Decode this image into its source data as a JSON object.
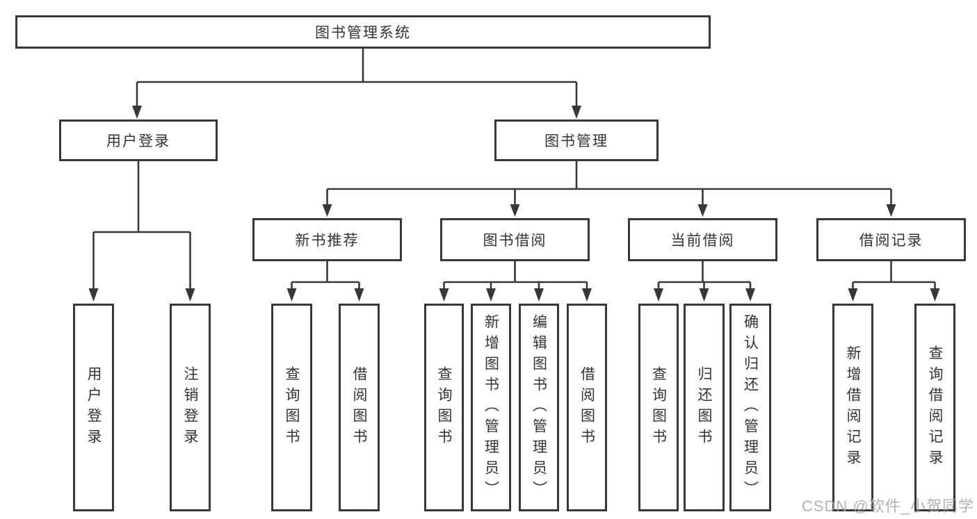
{
  "diagram_type": "hierarchy",
  "colors": {
    "line": "#373737",
    "box_border": "#373737",
    "text": "#333333",
    "background": "#ffffff",
    "watermark": "#a4a4a4"
  },
  "tree": {
    "label": "图书管理系统",
    "children": [
      {
        "label": "用户登录",
        "children": [
          {
            "label": "用户登录"
          },
          {
            "label": "注销登录"
          }
        ]
      },
      {
        "label": "图书管理",
        "children": [
          {
            "label": "新书推荐",
            "children": [
              {
                "label": "查询图书"
              },
              {
                "label": "借阅图书"
              }
            ]
          },
          {
            "label": "图书借阅",
            "children": [
              {
                "label": "查询图书"
              },
              {
                "label": "新增图书（管理员）"
              },
              {
                "label": "编辑图书（管理员）"
              },
              {
                "label": "借阅图书"
              }
            ]
          },
          {
            "label": "当前借阅",
            "children": [
              {
                "label": "查询图书"
              },
              {
                "label": "归还图书"
              },
              {
                "label": "确认归还（管理员）"
              }
            ]
          },
          {
            "label": "借阅记录",
            "children": [
              {
                "label": "新增借阅记录"
              },
              {
                "label": "查询借阅记录"
              }
            ]
          }
        ]
      }
    ]
  },
  "watermark": {
    "text": "CSDN @软件_小贺同学"
  }
}
